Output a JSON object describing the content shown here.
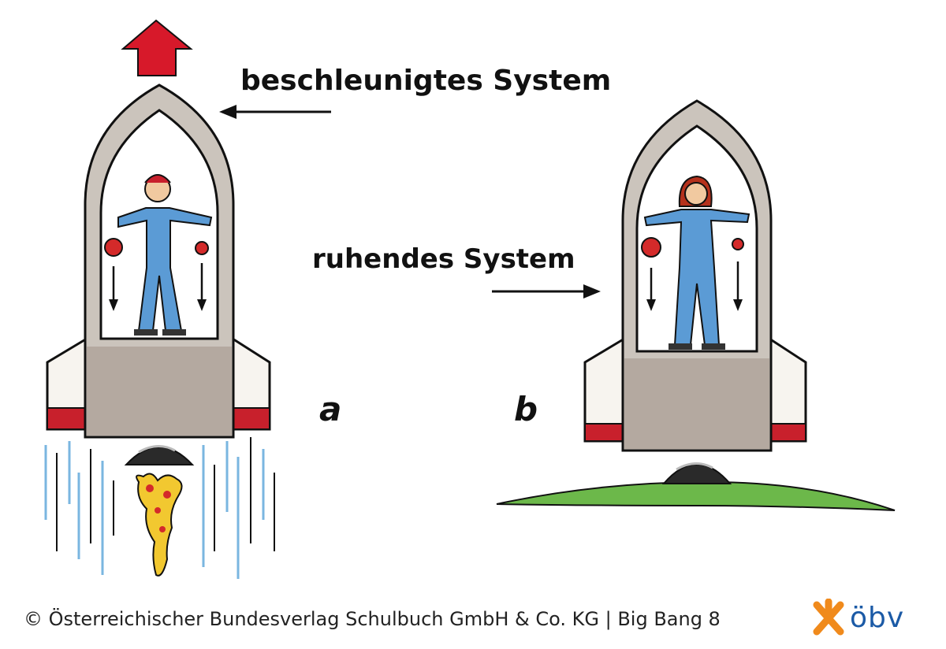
{
  "labels": {
    "accelerated": "beschleunigtes System",
    "resting": "ruhendes System",
    "panel_a": "a",
    "panel_b": "b"
  },
  "footer": {
    "copyright": "© Österreichischer Bundesverlag Schulbuch GmbH & Co. KG |  Big Bang 8"
  },
  "logo": {
    "text": "öbv",
    "icon": "obv-star-icon"
  },
  "colors": {
    "arrow_up": "#d7192a",
    "rocket_stripe": "#c8202c",
    "suit": "#5b9bd5",
    "ball": "#d42a2a",
    "ground": "#6cb84a",
    "flame": "#f2c830",
    "exhaust": "#7ab6e0",
    "logo_star": "#f08a1c",
    "logo_text": "#1b5aa6"
  }
}
